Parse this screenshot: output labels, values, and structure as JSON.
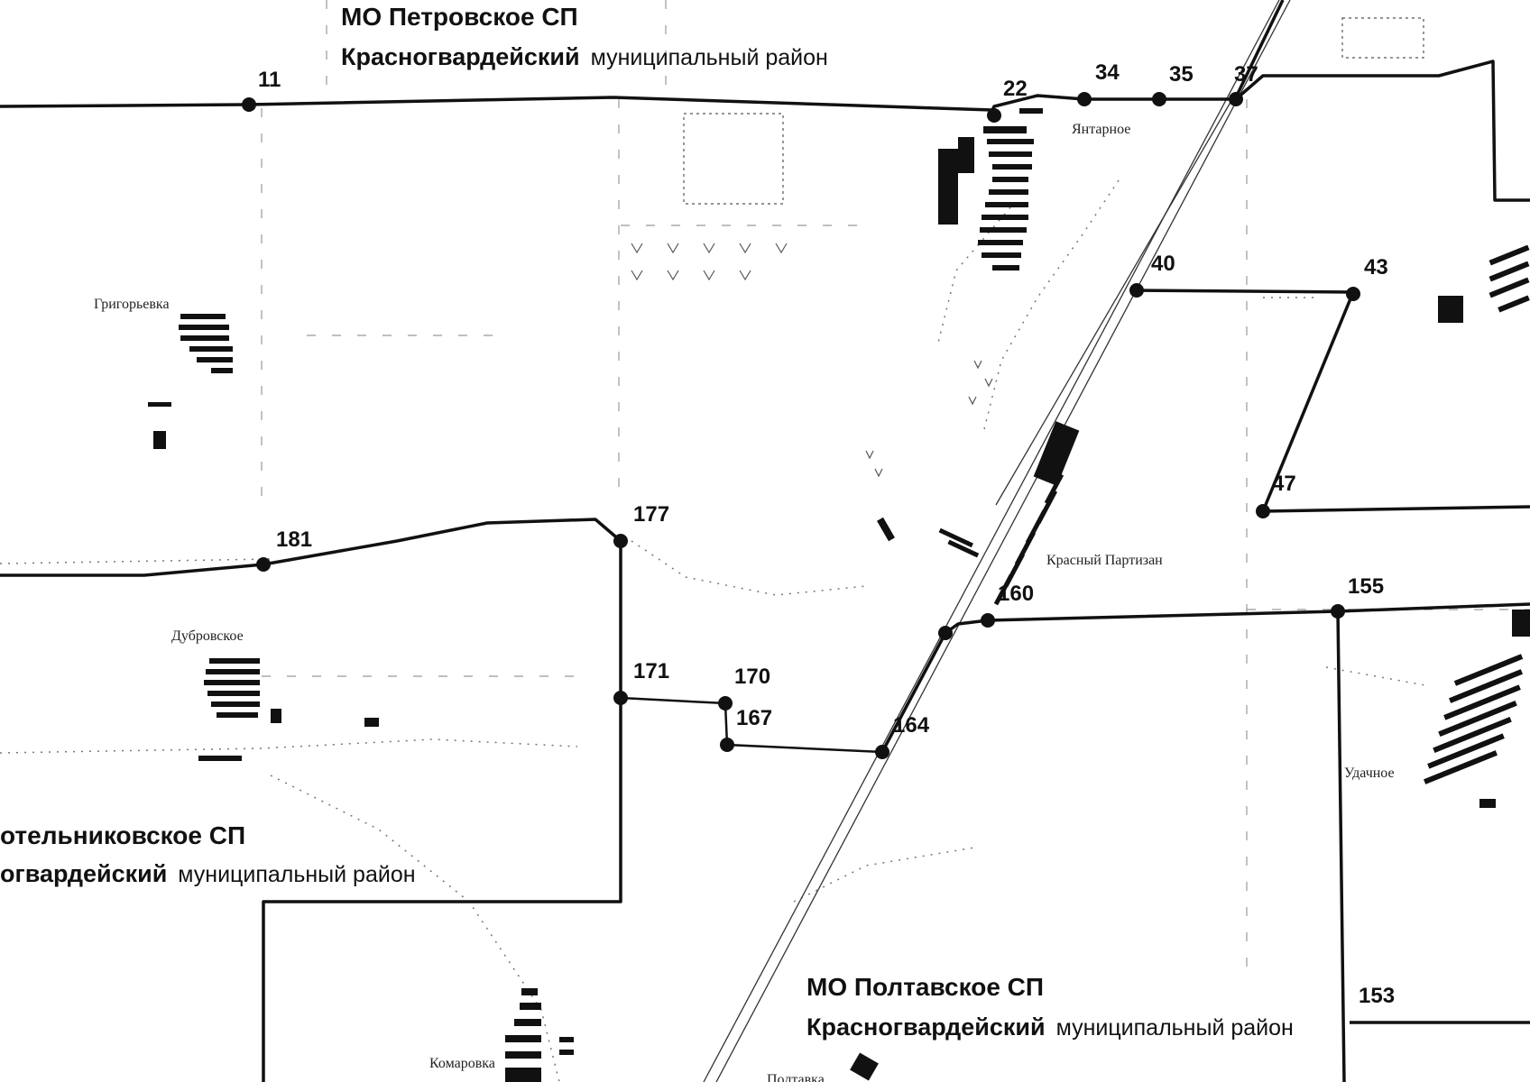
{
  "regions": {
    "petrovskoe": {
      "title": "МО Петровское СП",
      "subtitle_bold": "Красногвардейский",
      "subtitle_rest": "муниципальный район"
    },
    "kotelnikovskoe": {
      "title": "отельниковское СП",
      "subtitle_bold": "огвардейский",
      "subtitle_rest": "муниципальный район"
    },
    "poltavskoe": {
      "title": "МО Полтавское СП",
      "subtitle_bold": "Красногвардейский",
      "subtitle_rest": "муниципальный район"
    }
  },
  "points": [
    {
      "id": "11",
      "label": "11"
    },
    {
      "id": "22",
      "label": "22"
    },
    {
      "id": "34",
      "label": "34"
    },
    {
      "id": "35",
      "label": "35"
    },
    {
      "id": "37",
      "label": "37"
    },
    {
      "id": "40",
      "label": "40"
    },
    {
      "id": "43",
      "label": "43"
    },
    {
      "id": "47",
      "label": "47"
    },
    {
      "id": "155",
      "label": "155"
    },
    {
      "id": "153",
      "label": "153"
    },
    {
      "id": "160",
      "label": "160"
    },
    {
      "id": "164",
      "label": "164"
    },
    {
      "id": "167",
      "label": "167"
    },
    {
      "id": "170",
      "label": "170"
    },
    {
      "id": "171",
      "label": "171"
    },
    {
      "id": "177",
      "label": "177"
    },
    {
      "id": "181",
      "label": "181"
    }
  ],
  "settlements": {
    "yantarnoe": "Янтарное",
    "grigorevka": "Григорьевка",
    "krasny_partizan": "Красный Партизан",
    "dubrovskoe": "Дубровское",
    "udachnoe": "Удачное",
    "komarovka": "Комаровка",
    "poltavka": "Полтавка"
  },
  "colors": {
    "ink": "#111111",
    "paper": "#ffffff",
    "speckle": "#777777"
  }
}
